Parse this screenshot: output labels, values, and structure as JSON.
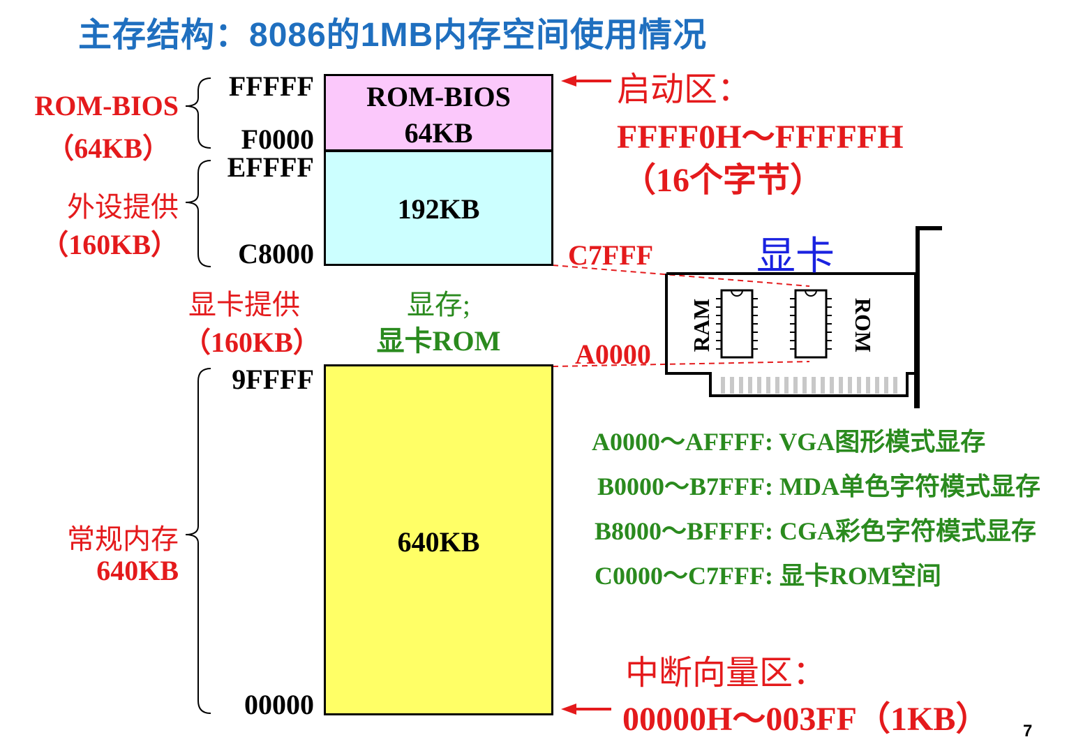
{
  "title": "主存结构：8086的1MB内存空间使用情况",
  "addresses": {
    "fffff": "FFFFF",
    "f0000": "F0000",
    "effff": "EFFFF",
    "c8000": "C8000",
    "9ffff": "9FFFF",
    "00000": "00000"
  },
  "left_labels": {
    "rom_bios_name": "ROM-BIOS",
    "rom_bios_size": "（64KB）",
    "peripheral_name": "外设提供",
    "peripheral_size": "（160KB）",
    "vcard_name": "显卡提供",
    "vcard_size": "（160KB）",
    "conventional_name": "常规内存",
    "conventional_size": "640KB"
  },
  "blocks": {
    "rom_bios_line1": "ROM-BIOS",
    "rom_bios_line2": "64KB",
    "peripheral": "192KB",
    "conventional": "640KB",
    "vram_line1": "显存;",
    "vram_line2": "显卡ROM"
  },
  "boot_area": {
    "title": "启动区：",
    "range": "FFFF0H～FFFFFH",
    "bytes": "（16个字节）"
  },
  "interrupt_area": {
    "title": "中断向量区：",
    "range": "00000H～003FF（1KB）"
  },
  "video_card": {
    "title": "显卡",
    "top_addr": "C7FFF",
    "bottom_addr": "A0000",
    "ram_label": "RAM",
    "rom_label": "ROM"
  },
  "legend": [
    "A0000～AFFFF: VGA图形模式显存",
    "B0000～B7FFF: MDA单色字符模式显存",
    "B8000～BFFFF: CGA彩色字符模式显存",
    "C0000～C7FFF: 显卡ROM空间"
  ],
  "page_number": "7",
  "colors": {
    "title": "#1f6fbf",
    "rom_bios_fill": "#fbc8fb",
    "peripheral_fill": "#ccffff",
    "conventional_fill": "#ffff66",
    "highlight_line": "#e8125c",
    "label_red": "#e41a1c",
    "label_green": "#2a8a1e"
  }
}
